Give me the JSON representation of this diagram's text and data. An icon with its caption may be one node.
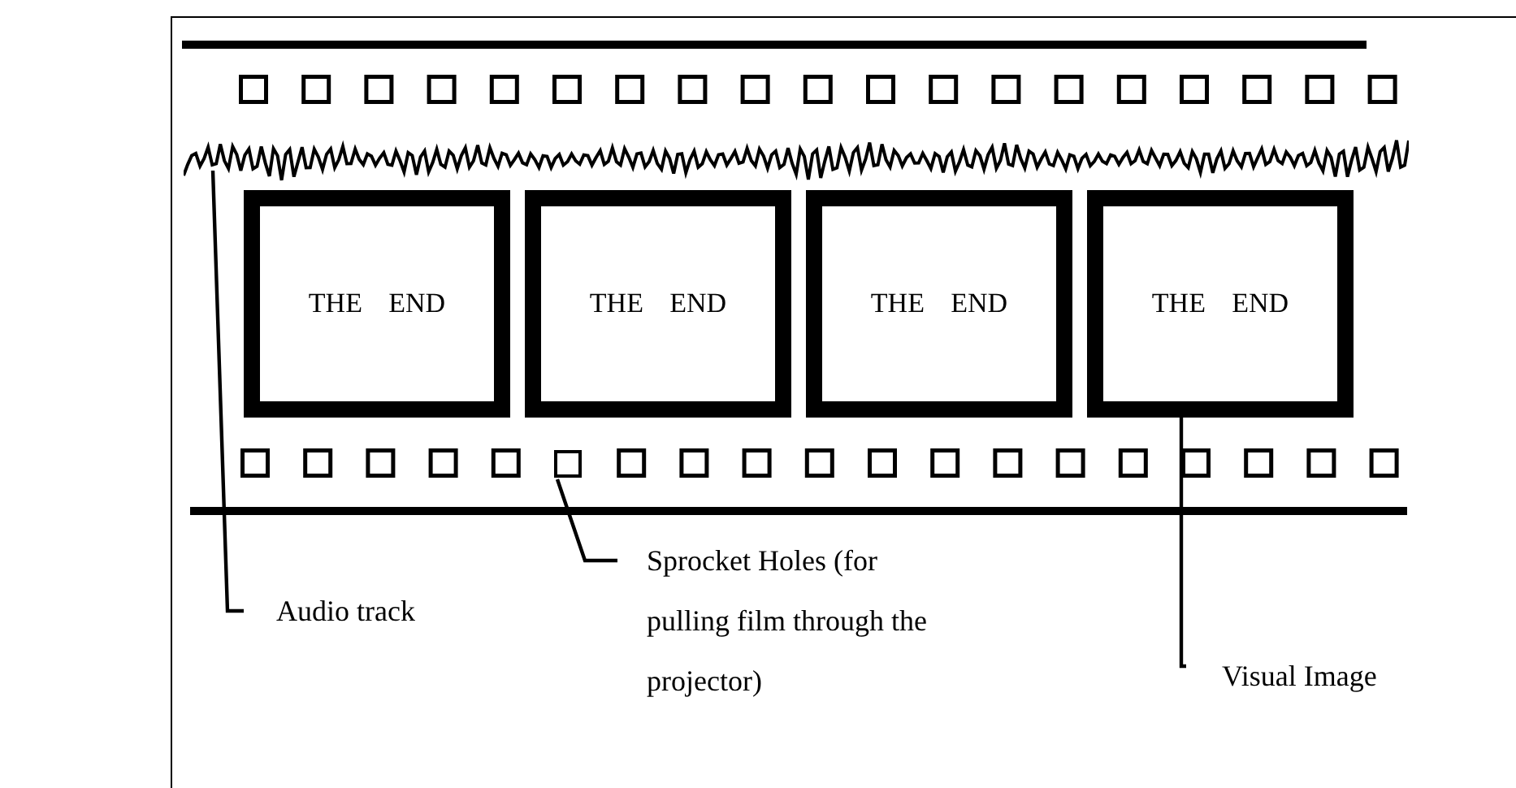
{
  "diagram": {
    "nodes": [
      {
        "text": [
          "THE END"
        ]
      },
      {
        "text": [
          "THE END"
        ]
      },
      {
        "text": [
          "THE END"
        ]
      },
      {
        "text": [
          "THE END"
        ]
      },
      {
        "text": [],
        "shape": "wave"
      },
      {
        "text": [],
        "shape": "box"
      },
      {
        "text": [
          "Audio track"
        ]
      },
      {
        "text": [
          "Sprocket Holes (for pulling film through the projector)"
        ]
      },
      {
        "text": [
          "Visual Image"
        ]
      }
    ],
    "edges": [
      {
        "from": 6,
        "to": 4,
        "arrow": "none"
      },
      {
        "from": 7,
        "to": 5,
        "arrow": "none"
      },
      {
        "from": 8,
        "to": 3,
        "arrow": "none"
      }
    ]
  }
}
